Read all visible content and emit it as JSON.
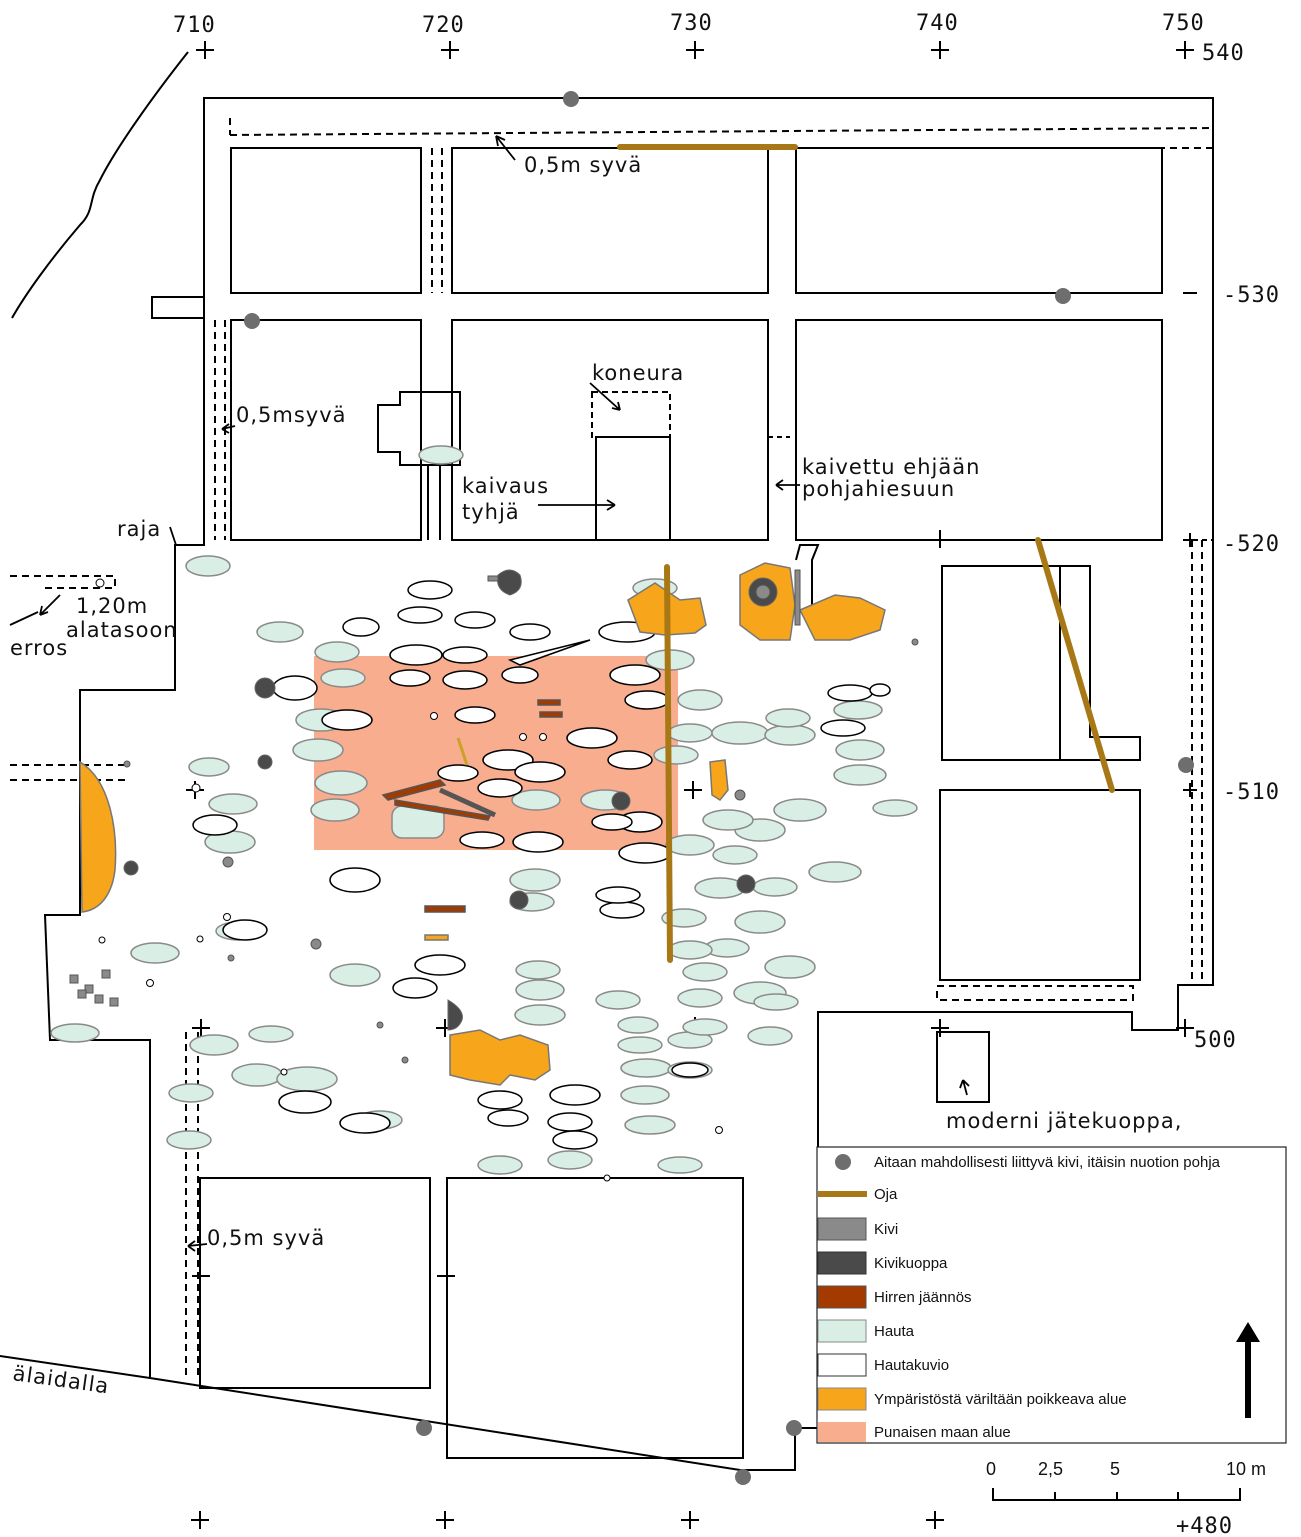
{
  "colors": {
    "stone_fence": "#6e6e6e",
    "oja": "#a87816",
    "kivi": "#8a8a8a",
    "kivikuoppa": "#4a4a4a",
    "hirren": "#a33a00",
    "hauta": "#d9efe6",
    "hautakuvio": "#ffffff",
    "orange_area": "#f7a51b",
    "red_soil": "#f9ad8f"
  },
  "grid": {
    "x_labels": [
      "710",
      "720",
      "730",
      "740",
      "750"
    ],
    "top_right_label": "540",
    "y_labels": [
      "-530",
      "-520",
      "-510"
    ],
    "label_500": "500",
    "bottom_right_label": "+480"
  },
  "notes": {
    "deep_top": "0,5m syvä",
    "deep_left": "0,5msyvä",
    "deep_bottom": "0,5m syvä",
    "koneura": "koneura",
    "kaivaus": "kaivaus",
    "tyhja": "tyhjä",
    "kaivettu1": "kaivettu ehjään",
    "kaivettu2": "pohjahiesuun",
    "raja": "raja",
    "m120": "1,20m",
    "alatasoon": "alatasoon",
    "erros": "erros",
    "moderni": "moderni jätekuoppa,",
    "laidalla": "älaidalla"
  },
  "legend": {
    "items": [
      {
        "label": "Aitaan mahdollisesti liittyvä kivi, itäisin nuotion pohja",
        "symbol": "dot",
        "color": "#6e6e6e"
      },
      {
        "label": "Oja",
        "symbol": "line",
        "color": "#a87816"
      },
      {
        "label": "Kivi",
        "symbol": "box",
        "color": "#8a8a8a"
      },
      {
        "label": "Kivikuoppa",
        "symbol": "box",
        "color": "#4a4a4a"
      },
      {
        "label": "Hirren jäännös",
        "symbol": "box",
        "color": "#a33a00"
      },
      {
        "label": "Hauta",
        "symbol": "box",
        "color": "#d9efe6"
      },
      {
        "label": "Hautakuvio",
        "symbol": "box",
        "color": "#ffffff"
      },
      {
        "label": "Ympäristöstä väriltään poikkeava alue",
        "symbol": "box",
        "color": "#f7a51b"
      },
      {
        "label": "Punaisen maan alue",
        "symbol": "box",
        "color": "#f9ad8f"
      }
    ],
    "north_arrow": "north-arrow"
  },
  "scale_bar": {
    "labels": [
      "0",
      "2,5",
      "5",
      "10 m"
    ]
  }
}
